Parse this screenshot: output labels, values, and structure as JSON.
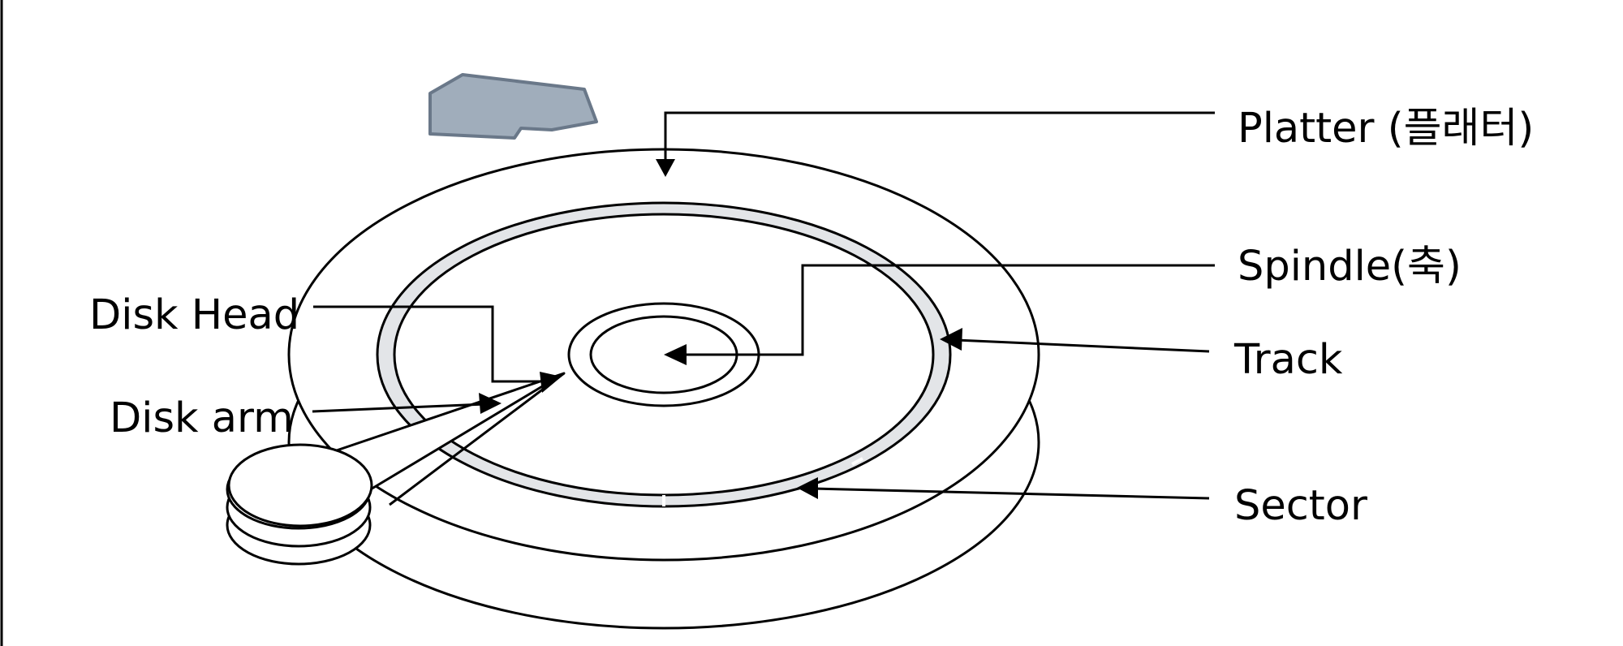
{
  "labels": {
    "platter": "Platter (플래터)",
    "spindle": "Spindle(축)",
    "track": "Track",
    "sector": "Sector",
    "disk_head": "Disk Head",
    "disk_arm": "Disk arm"
  },
  "colors": {
    "line": "#000000",
    "track_fill": "#e3e5e8",
    "rotation_arrow_fill": "#a0adbb",
    "rotation_arrow_stroke": "#6a7889",
    "background": "#ffffff"
  },
  "icons": {
    "rotation": "curved-arrow-left-icon"
  }
}
